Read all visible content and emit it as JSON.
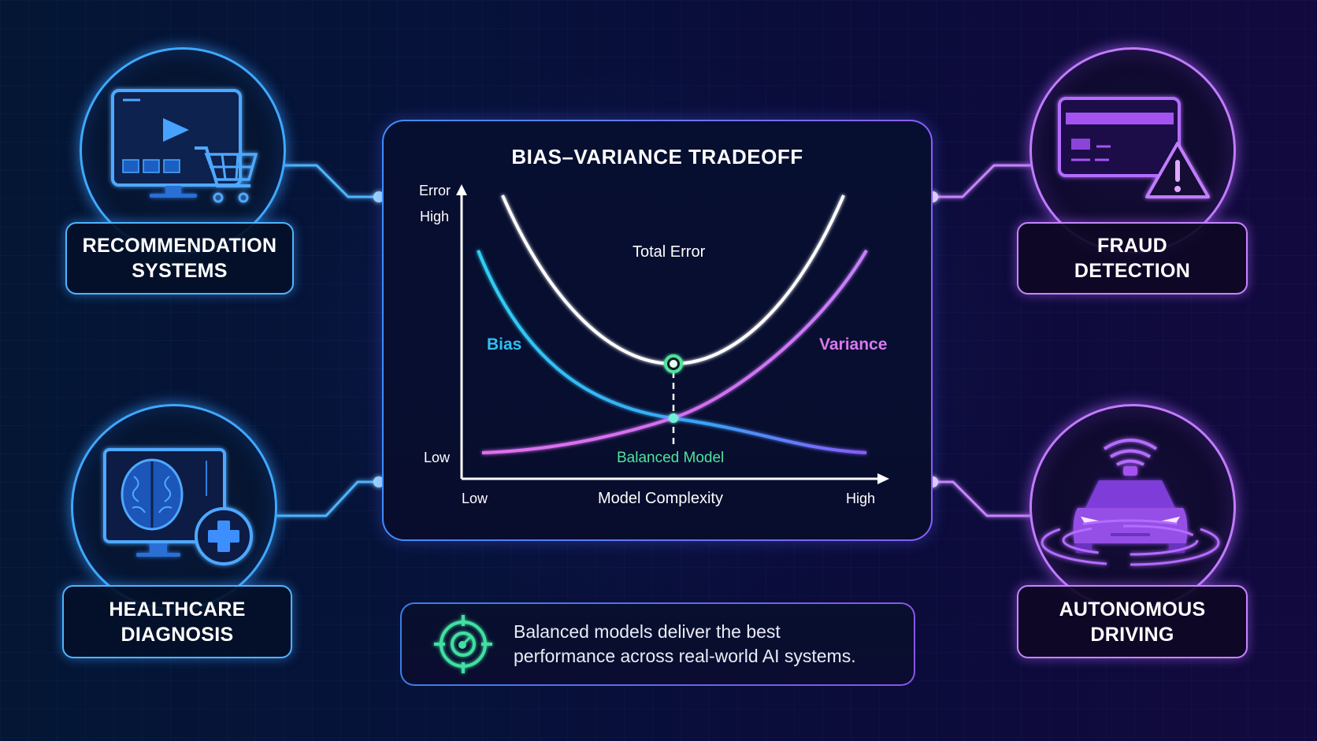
{
  "title": "BIAS–VARIANCE TRADEOFF",
  "applications": [
    {
      "id": "recommendation",
      "line1": "RECOMMENDATION",
      "line2": "SYSTEMS",
      "icon": "monitor-play-cart-icon",
      "color": "#3fa9ff"
    },
    {
      "id": "fraud",
      "line1": "FRAUD",
      "line2": "DETECTION",
      "icon": "credit-card-warning-icon",
      "color": "#c27cff"
    },
    {
      "id": "healthcare",
      "line1": "HEALTHCARE",
      "line2": "DIAGNOSIS",
      "icon": "monitor-brain-medical-cross-icon",
      "color": "#3fa9ff"
    },
    {
      "id": "autonomous",
      "line1": "AUTONOMOUS",
      "line2": "DRIVING",
      "icon": "car-sensor-icon",
      "color": "#c27cff"
    }
  ],
  "chart": {
    "y_axis_title": "Error",
    "y_high": "High",
    "y_low": "Low",
    "x_axis_title": "Model Complexity",
    "x_low": "Low",
    "x_high": "High",
    "total_error_label": "Total Error",
    "bias_label": "Bias",
    "variance_label": "Variance",
    "balanced_label": "Balanced Model"
  },
  "info": {
    "icon": "target-icon",
    "line1": "Balanced models deliver the best",
    "line2": "performance across real-world AI systems."
  },
  "colors": {
    "bias": "#2fc8f0",
    "variance": "#d070f0",
    "total_error": "#ffffff",
    "balanced": "#4fe39b",
    "blue_accent": "#3fa9ff",
    "purple_accent": "#c27cff"
  },
  "chart_data": {
    "type": "line",
    "title": "BIAS–VARIANCE TRADEOFF",
    "xlabel": "Model Complexity",
    "ylabel": "Error",
    "x_tick_labels": [
      "Low",
      "High"
    ],
    "y_tick_labels": [
      "Low",
      "High"
    ],
    "x": [
      0,
      0.1,
      0.2,
      0.3,
      0.4,
      0.5,
      0.6,
      0.7,
      0.8,
      0.9,
      1.0
    ],
    "series": [
      {
        "name": "Bias",
        "values": [
          0.8,
          0.58,
          0.42,
          0.3,
          0.21,
          0.16,
          0.11,
          0.07,
          0.04,
          0.02,
          0.01
        ]
      },
      {
        "name": "Variance",
        "values": [
          0.01,
          0.02,
          0.04,
          0.07,
          0.11,
          0.16,
          0.21,
          0.3,
          0.42,
          0.58,
          0.8
        ]
      },
      {
        "name": "Total Error",
        "values": [
          1.0,
          0.8,
          0.62,
          0.48,
          0.39,
          0.36,
          0.39,
          0.48,
          0.62,
          0.8,
          1.0
        ]
      }
    ],
    "annotations": [
      {
        "text": "Balanced Model",
        "x": 0.5,
        "note": "minimum of Total Error; Bias = Variance"
      }
    ],
    "grid": false,
    "legend": "inline labels",
    "ylim": [
      0,
      1
    ],
    "xlim": [
      0,
      1
    ]
  }
}
